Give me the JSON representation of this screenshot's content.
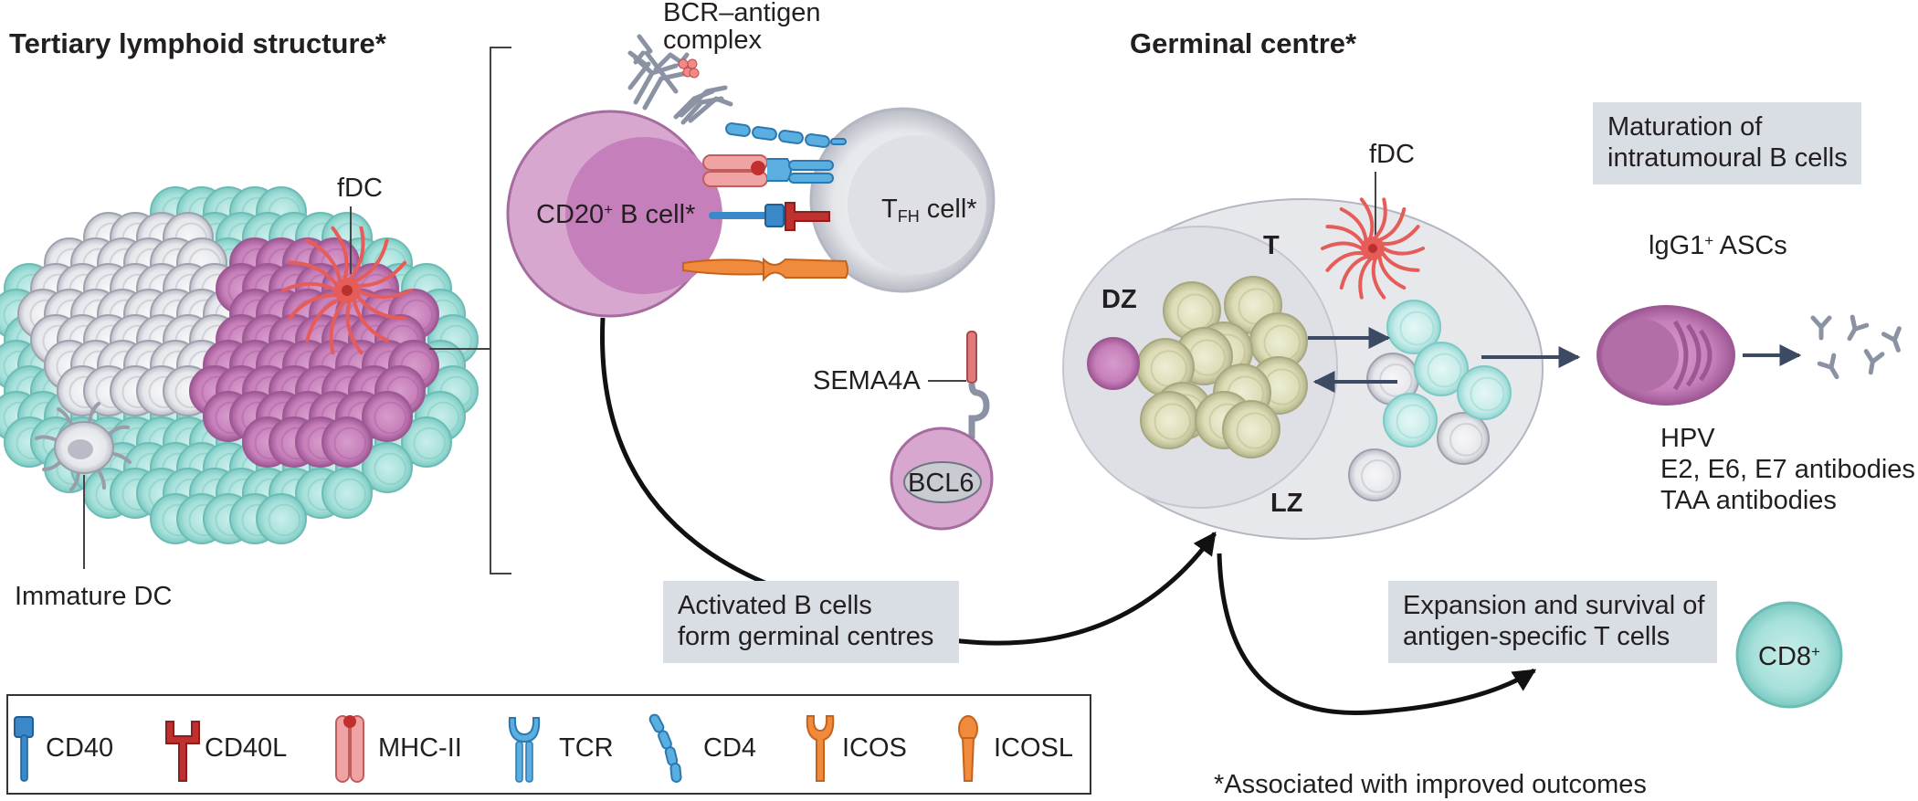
{
  "titles": {
    "tls": "Tertiary lymphoid structure*",
    "gc": "Germinal centre*"
  },
  "labels": {
    "bcr_line1": "BCR–antigen",
    "bcr_line2": "complex",
    "fdc_left": "fDC",
    "immature_dc": "Immature DC",
    "b_cell": "CD20",
    "b_cell_sup": "+",
    "b_cell_rest": " B cell*",
    "tfh_t": "T",
    "tfh_sub": "FH",
    "tfh_rest": " cell*",
    "sema4a": "SEMA4A",
    "bcl6": "BCL6",
    "fdc_gc": "fDC",
    "t_gc": "T",
    "dz": "DZ",
    "lz": "LZ",
    "igg1": "lgG1",
    "igg1_sup": "+",
    "igg1_rest": " ASCs",
    "hpv": "HPV",
    "e_antibodies": "E2, E6, E7 antibodies",
    "taa": "TAA antibodies",
    "cd8": "CD8",
    "cd8_sup": "+",
    "footnote": "*Associated with improved outcomes"
  },
  "boxes": {
    "activated_line1": "Activated B cells",
    "activated_line2": "form germinal centres",
    "maturation_line1": "Maturation of",
    "maturation_line2": "intratumoural B cells",
    "expansion_line1": "Expansion and survival of",
    "expansion_line2": "antigen-specific T cells"
  },
  "legend": [
    {
      "label": "CD40",
      "icon": "cd40-icon",
      "color": "#3a88c8"
    },
    {
      "label": "CD40L",
      "icon": "cd40l-icon",
      "color": "#b8312f"
    },
    {
      "label": "MHC-II",
      "icon": "mhc-ii-icon",
      "color": "#e8888a"
    },
    {
      "label": "TCR",
      "icon": "tcr-icon",
      "color": "#5aaee0"
    },
    {
      "label": "CD4",
      "icon": "cd4-icon",
      "color": "#5aaee0"
    },
    {
      "label": "ICOS",
      "icon": "icos-icon",
      "color": "#f08a3c"
    },
    {
      "label": "ICOSL",
      "icon": "icosl-icon",
      "color": "#f08a3c"
    }
  ],
  "colors": {
    "teal_cell": "#9fdcd7",
    "grey_cell": "#e4e5ea",
    "purple_cell": "#c983bd",
    "b_cell": "#d4a2cc",
    "tfh_cell": "#e4e5ea",
    "gc_bg": "#e7e8ec",
    "yellow_cell": "#dcdcb5",
    "arrow": "#3c4a63",
    "fdc": "#e65c58"
  }
}
